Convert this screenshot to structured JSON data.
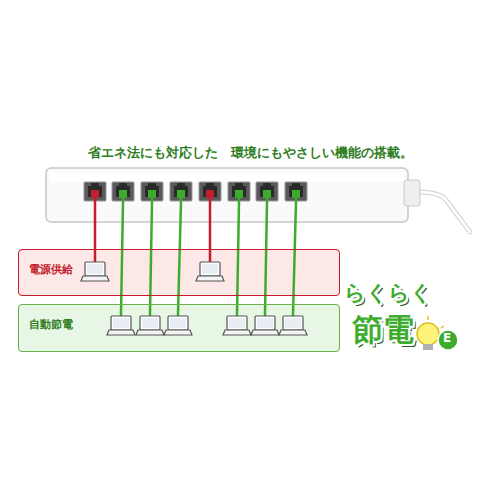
{
  "diagram": {
    "title": "省エネ法にも対応した　環境にもやさしい機能の搭載。",
    "nodes": [
      {
        "text": [
          "電源供給"
        ]
      },
      {
        "text": [
          "自動節電"
        ]
      }
    ],
    "labels": [
      "らくらく",
      "節電",
      "E"
    ]
  }
}
